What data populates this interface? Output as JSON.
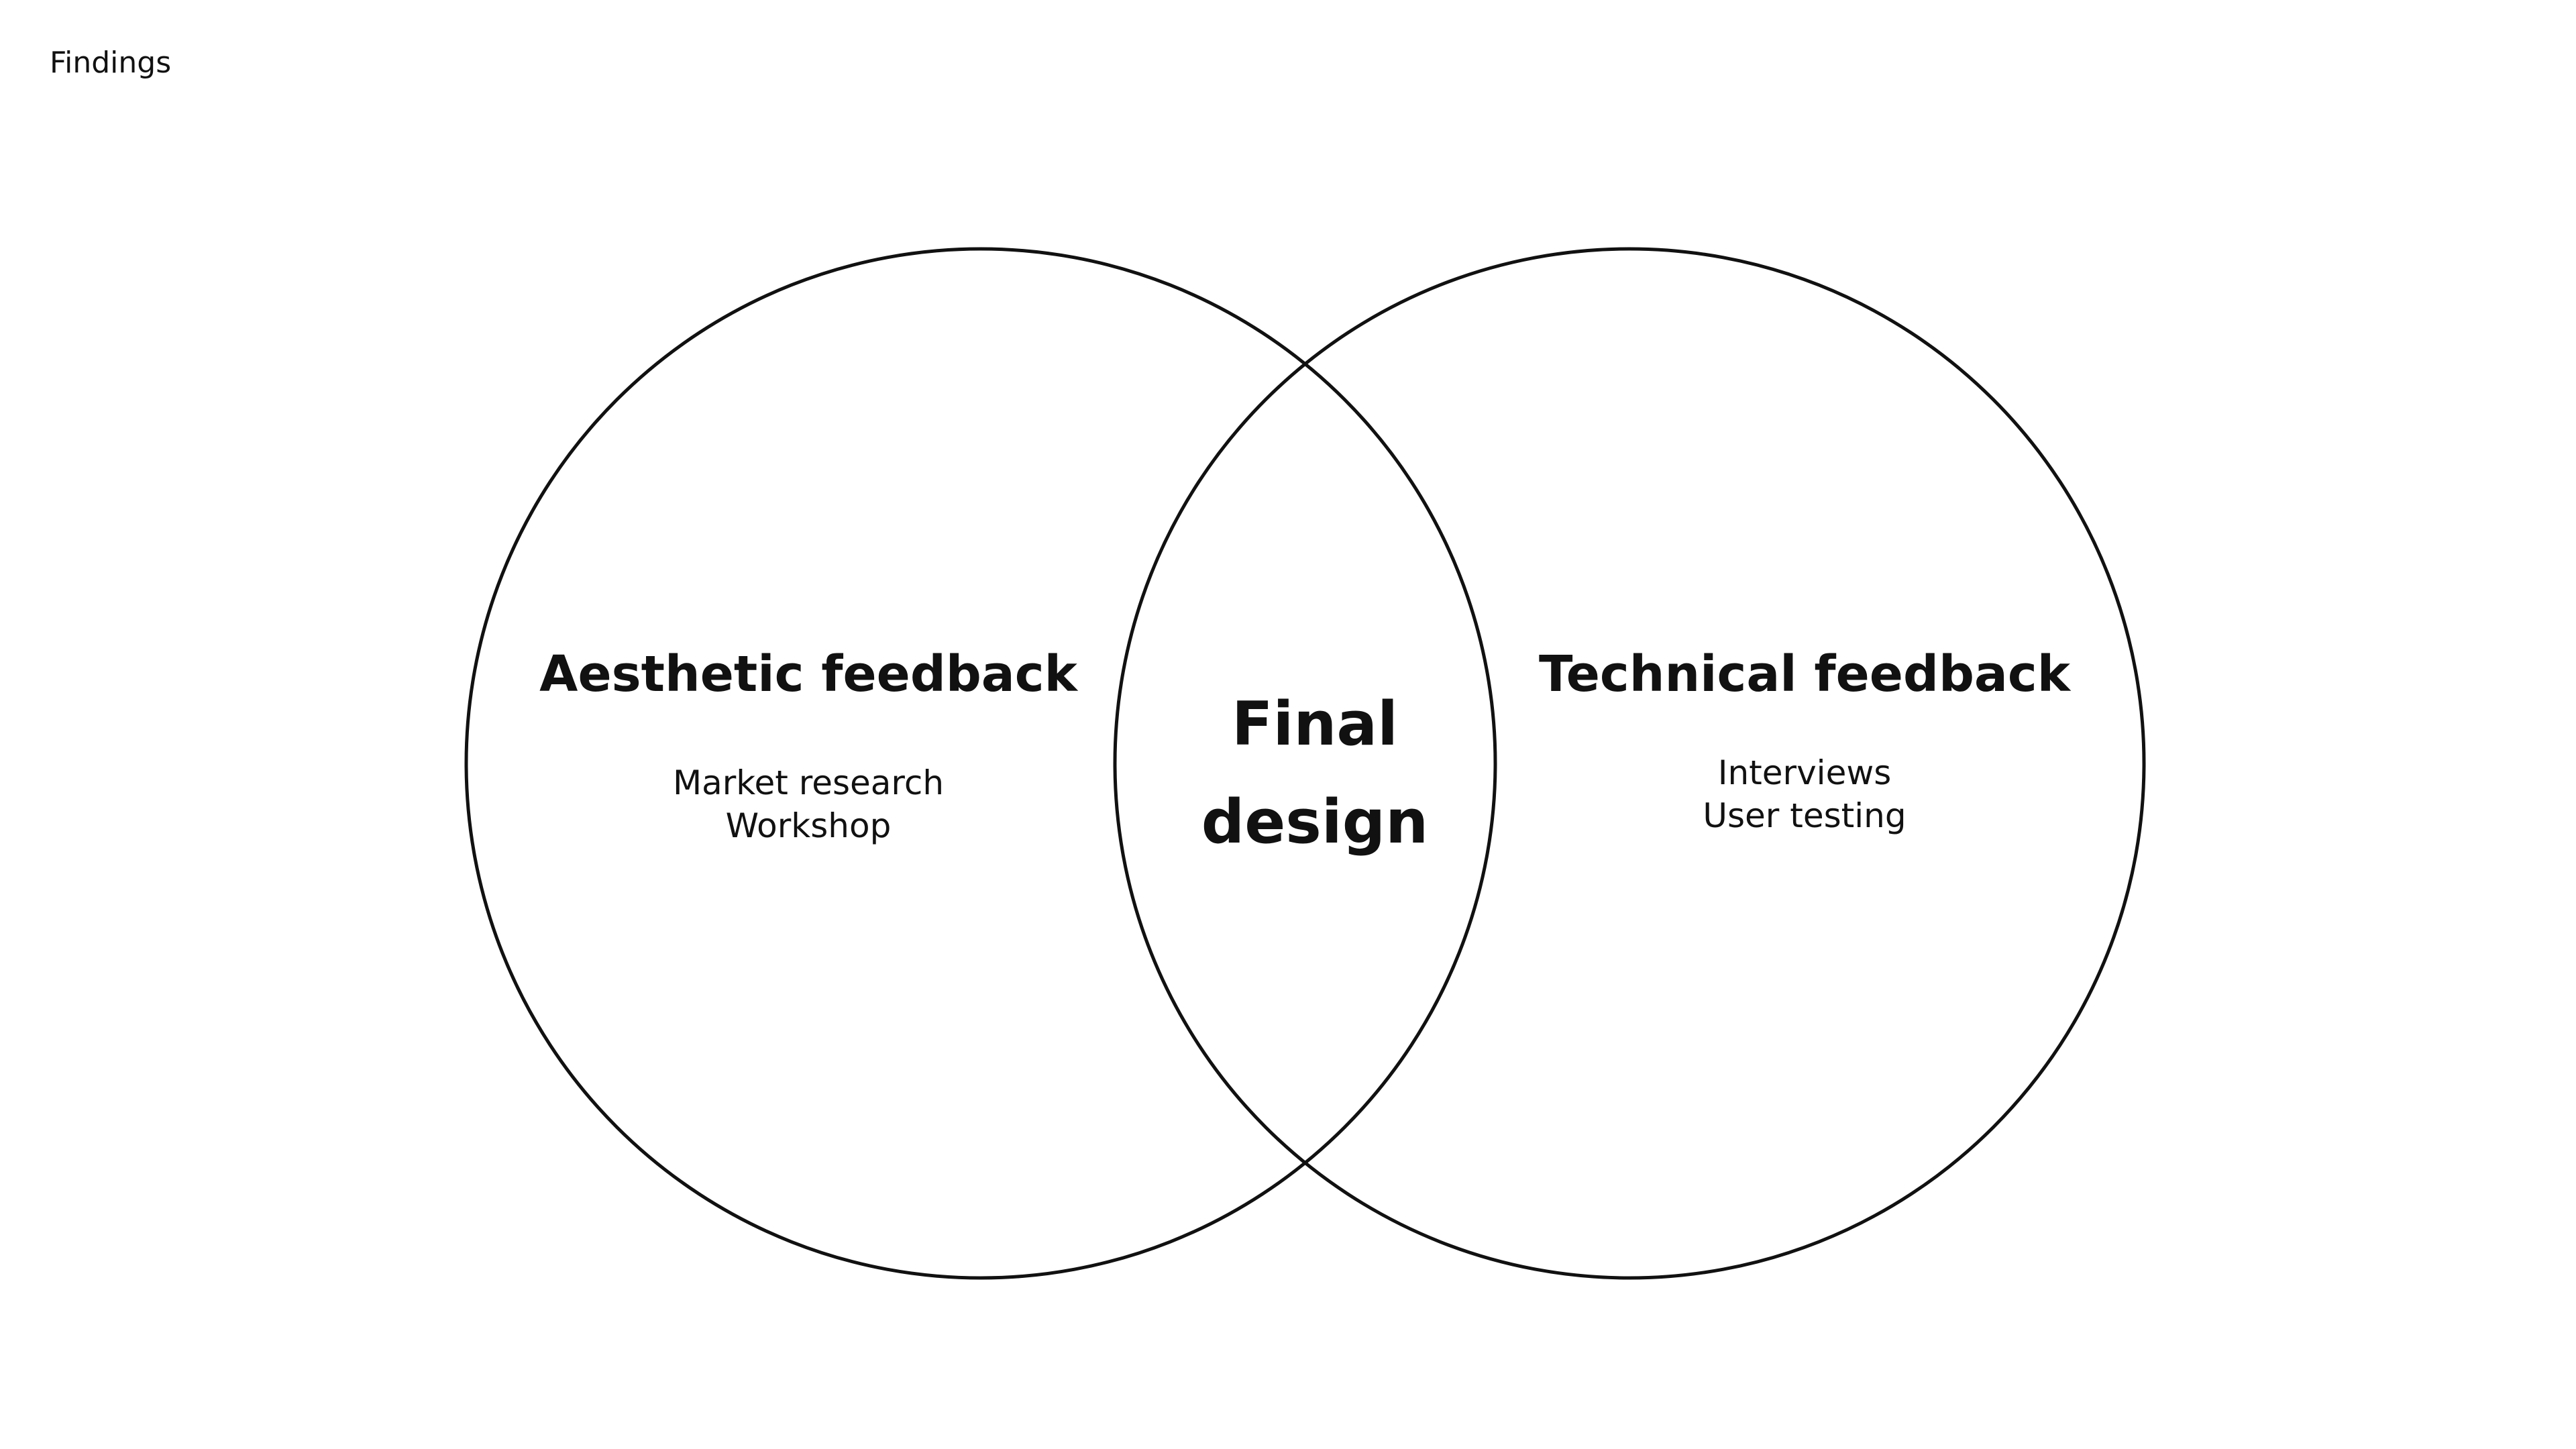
{
  "slide": {
    "title": "Findings"
  },
  "venn": {
    "left": {
      "heading": "Aesthetic feedback",
      "items": [
        "Market research",
        "Workshop"
      ]
    },
    "right": {
      "heading": "Technical feedback",
      "items": [
        "Interviews",
        "User testing"
      ]
    },
    "intersection": {
      "lines": [
        "Final",
        "design"
      ]
    }
  },
  "colors": {
    "stroke": "#111111",
    "text": "#111111",
    "background": "#ffffff"
  }
}
